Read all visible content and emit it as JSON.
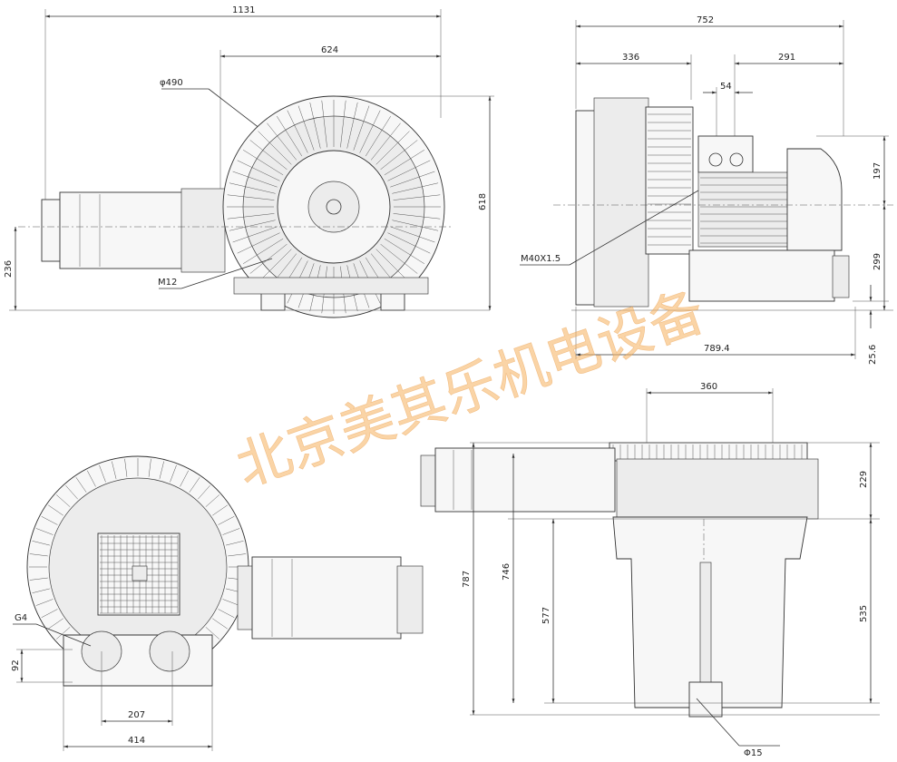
{
  "watermark": "北京美其乐机电设备",
  "top_left_view": {
    "dims": {
      "overall_length": "1131",
      "frame_length": "624",
      "diameter": "φ490",
      "height": "618",
      "axis_height": "236",
      "bolt": "M12"
    }
  },
  "top_right_view": {
    "dims": {
      "overall_width": "752",
      "left": "336",
      "right": "291",
      "port": "54",
      "upper_height": "197",
      "lower_height": "299",
      "thread": "M40X1.5",
      "base_width": "789.4",
      "foot": "25.6"
    }
  },
  "bottom_left_view": {
    "dims": {
      "port_thread": "G4",
      "port_height": "92",
      "port_spacing": "207",
      "base_width": "414"
    }
  },
  "bottom_right_view": {
    "dims": {
      "top_width": "360",
      "housing_height": "229",
      "overall_height": "787",
      "body_height": "746",
      "motor_height": "577",
      "side_height": "535",
      "hole": "Φ15"
    }
  }
}
